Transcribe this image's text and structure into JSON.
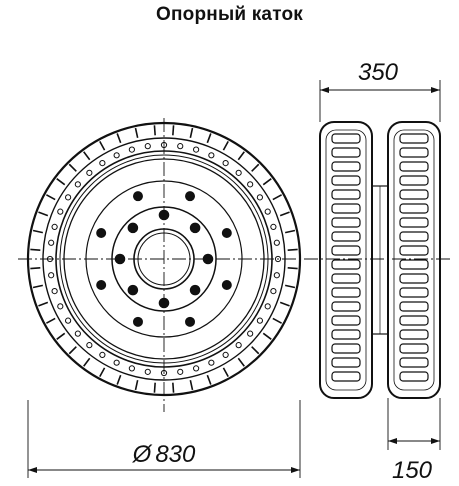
{
  "title": "Опорный каток",
  "dimensions": {
    "width_overall": "350",
    "diameter_symbol": "Ø",
    "diameter": "830",
    "tire_width": "150"
  }
}
